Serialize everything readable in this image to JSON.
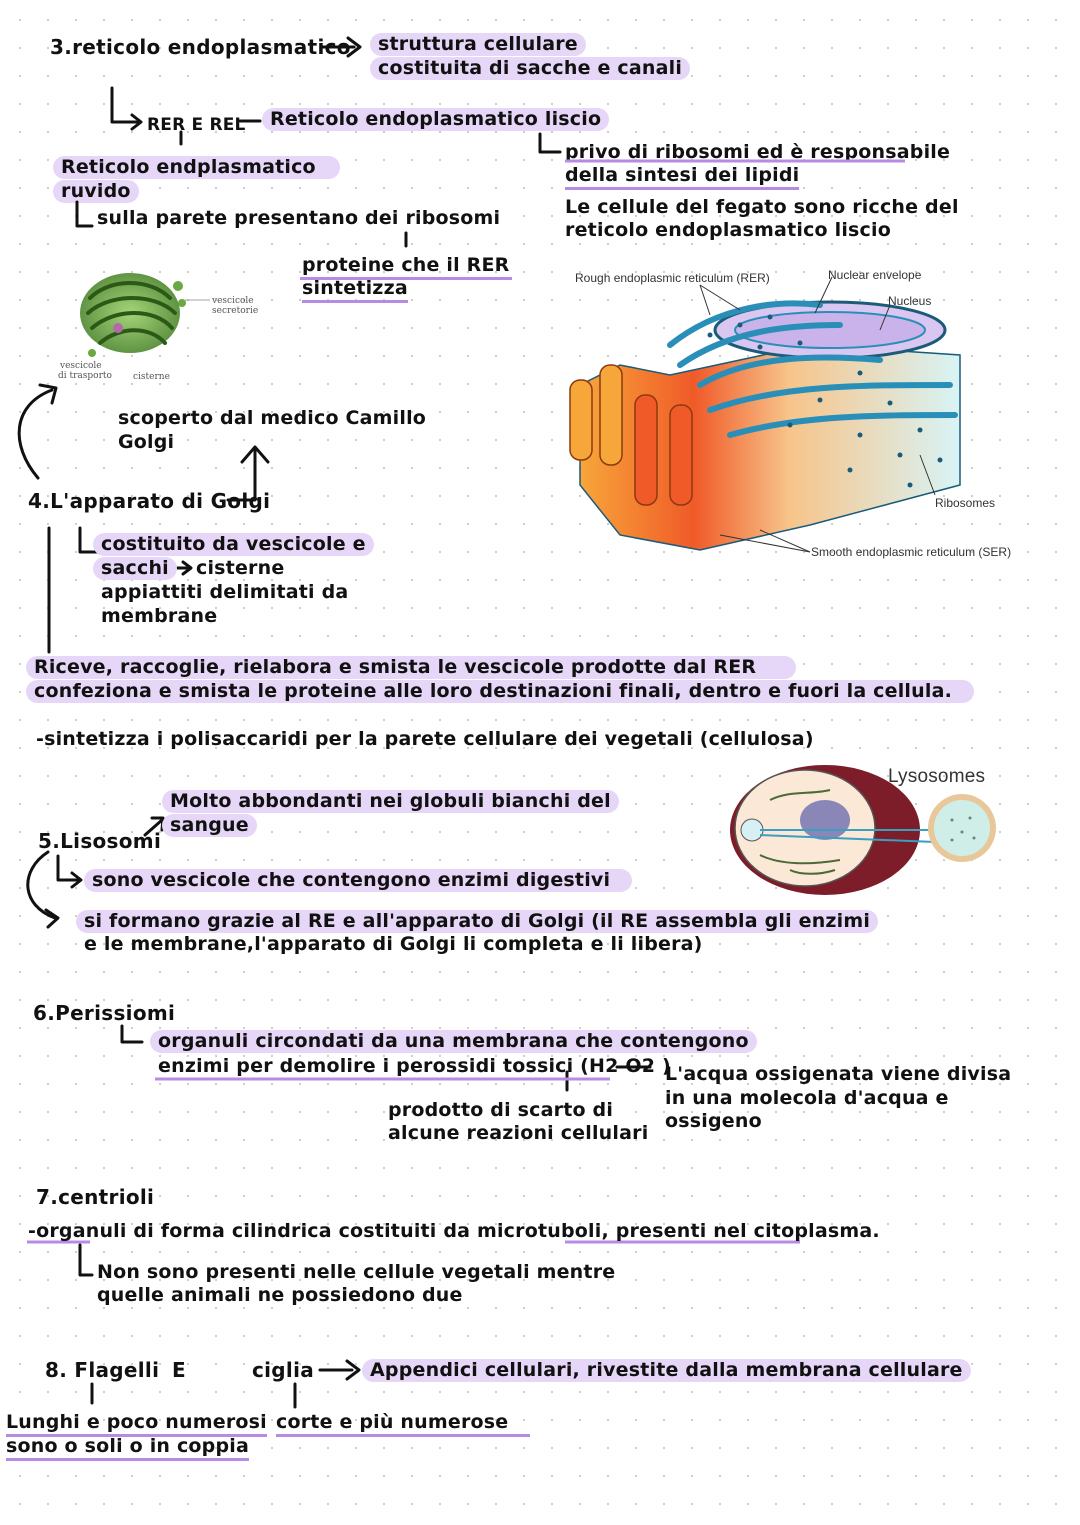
{
  "s3": {
    "title": "3.reticolo endoplasmatico",
    "def1": "struttura cellulare",
    "def2": "costituita di sacche e canali",
    "rer_rel": "RER E REL",
    "rel_name": "Reticolo endoplasmatico liscio",
    "rel_desc1": "privo di ribosomi ed è responsabile",
    "rel_desc2": "della sintesi dei lipidi",
    "rel_liver1": "Le cellule del fegato sono ricche del",
    "rel_liver2": "reticolo endoplasmatico liscio",
    "rer_name1": "Reticolo endplasmatico",
    "rer_name2": "ruvido",
    "rer_desc": "sulla parete presentano dei ribosomi",
    "rer_prot1": "proteine che il RER",
    "rer_prot2": "sintetizza"
  },
  "er_figure": {
    "label_rer": "Rough endoplasmic reticulum (RER)",
    "label_envelope": "Nuclear envelope",
    "label_nucleus": "Nucleus",
    "label_ribosomes": "Ribosomes",
    "label_ser": "Smooth endoplasmic reticulum (SER)"
  },
  "golgi_figure": {
    "label_secretory1": "vescicole",
    "label_secretory2": "secretorie",
    "label_transport1": "vescicole",
    "label_transport2": "di trasporto",
    "label_cisterne": "cisterne"
  },
  "s4": {
    "discovered1": "scoperto dal medico Camillo",
    "discovered2": "Golgi",
    "title": "4.L'apparato di Golgi",
    "desc1": "costituito da vescicole e",
    "desc2a": "sacchi",
    "desc2b": "cisterne",
    "desc3": "appiattiti delimitati da",
    "desc4": "membrane",
    "func1": "Riceve, raccoglie, rielabora e smista le vescicole prodotte dal RER",
    "func2": "confeziona e smista le proteine alle loro destinazioni finali, dentro e fuori la cellula.",
    "func3": "-sintetizza i polisaccaridi per la parete cellulare dei vegetali (cellulosa)"
  },
  "s5": {
    "title": "5.Lisosomi",
    "note1": "Molto abbondanti nei globuli bianchi del",
    "note2": "sangue",
    "desc": "sono vescicole che contengono enzimi digestivi",
    "form1": "si formano grazie al RE e all'apparato di Golgi (il RE assembla gli enzimi",
    "form2": "e le membrane,l'apparato di Golgi li completa e li libera)",
    "figure_label": "Lysosomes"
  },
  "s6": {
    "title": "6.Perissiomi",
    "desc1": "organuli circondati da una membrana che contengono",
    "desc2": "enzimi per demolire i perossidi tossici (H2 O2 )",
    "waste1": "prodotto di scarto di",
    "waste2": "alcune reazioni cellulari",
    "split1": "L'acqua ossigenata viene divisa",
    "split2": "in una molecola d'acqua e",
    "split3": "ossigeno"
  },
  "s7": {
    "title": "7.centrioli",
    "desc": "-organuli di forma cilindrica costituiti da microtuboli, presenti nel citoplasma.",
    "note1": "Non sono presenti nelle cellule vegetali mentre",
    "note2": "quelle animali ne possiedono due"
  },
  "s8": {
    "flagelli": "8. Flagelli",
    "e": "E",
    "ciglia": "ciglia",
    "desc": "Appendici cellulari, rivestite dalla membrana cellulare",
    "flag_desc1": "Lunghi e poco numerosi",
    "flag_desc2": "sono o soli o in coppia",
    "cil_desc": "corte e più numerose"
  }
}
